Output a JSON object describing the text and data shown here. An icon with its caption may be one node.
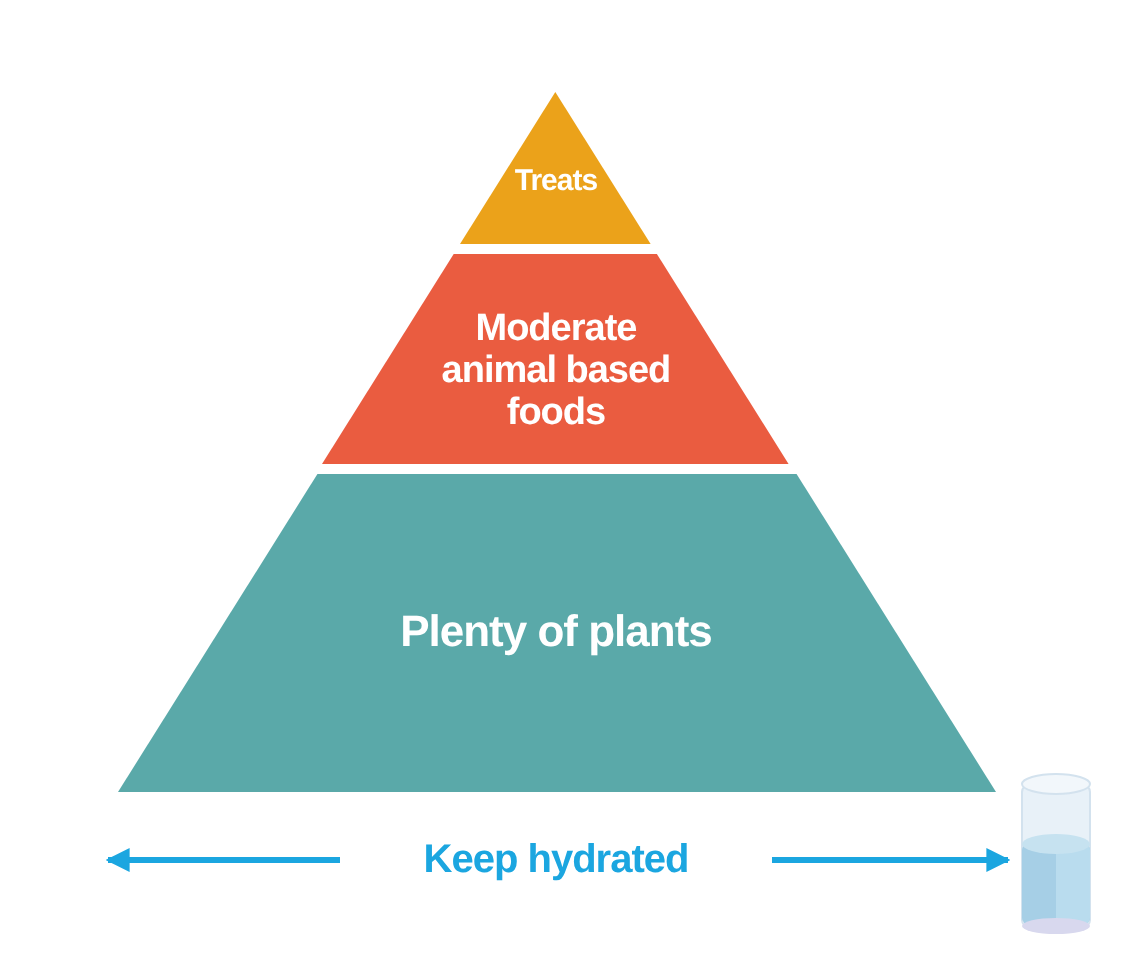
{
  "diagram": {
    "nodes": [
      {
        "text": [
          "Treats"
        ]
      },
      {
        "text": [
          "Moderate animal based foods"
        ]
      },
      {
        "text": [
          "Plenty of plants"
        ]
      },
      {
        "text": [
          "Keep hydrated"
        ]
      },
      {
        "text": [],
        "shape": "picture"
      }
    ],
    "edges": [
      {
        "from": 3,
        "to": null,
        "arrow": "to"
      },
      {
        "from": 3,
        "to": 4,
        "arrow": "to"
      }
    ]
  }
}
